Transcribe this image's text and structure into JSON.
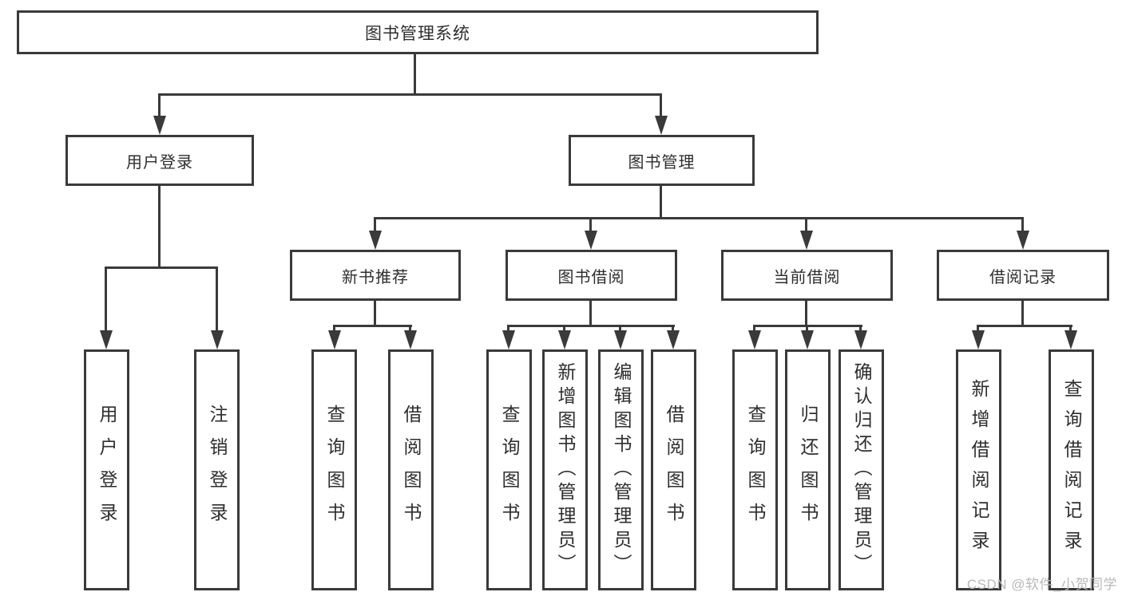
{
  "diagram": {
    "title": "图书管理系统",
    "root": {
      "label": "图书管理系统"
    },
    "level1": [
      {
        "label": "用户登录"
      },
      {
        "label": "图书管理"
      }
    ],
    "level2": [
      {
        "label": "新书推荐"
      },
      {
        "label": "图书借阅"
      },
      {
        "label": "当前借阅"
      },
      {
        "label": "借阅记录"
      }
    ],
    "leaves": {
      "user": [
        "用户登录",
        "注销登录"
      ],
      "recommend": [
        "查询图书",
        "借阅图书"
      ],
      "borrow": [
        "查询图书",
        "新增图书（管理员）",
        "编辑图书（管理员）",
        "借阅图书"
      ],
      "current": [
        "查询图书",
        "归还图书",
        "确认归还（管理员）"
      ],
      "records": [
        "新增借阅记录",
        "查询借阅记录"
      ]
    }
  },
  "watermark": {
    "text": "CSDN @软件_小贺同学"
  },
  "colors": {
    "line": "#3a3a3a",
    "text": "#2e2e2e",
    "background": "#ffffff",
    "watermark": "#b9b9b9"
  }
}
